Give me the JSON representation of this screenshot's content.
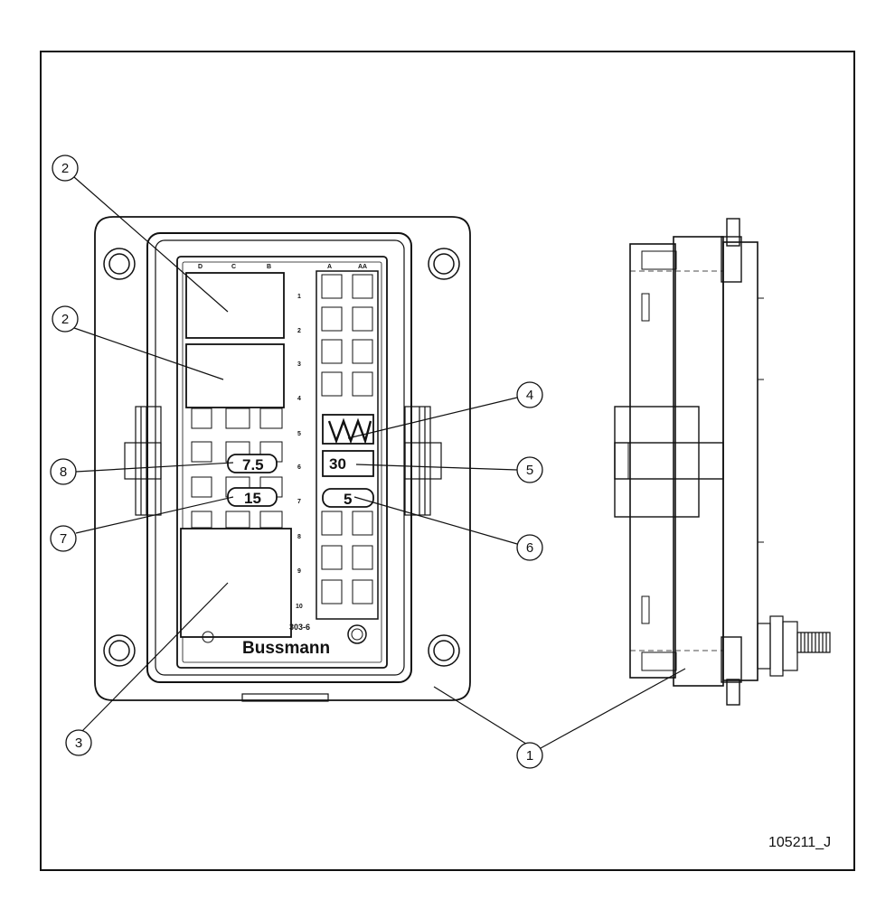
{
  "figure_id": "105211_J",
  "brand": "Bussmann",
  "part_fragment": "303-6",
  "column_labels": [
    "D",
    "C",
    "B",
    "A",
    "AA"
  ],
  "row_labels": [
    "1",
    "2",
    "3",
    "4",
    "5",
    "6",
    "7",
    "8",
    "9",
    "10"
  ],
  "fuse_ratings": {
    "r6_left": "7.5",
    "r7_left": "15",
    "r6_right": "30",
    "r7_right": "5"
  },
  "callouts": [
    "1",
    "2",
    "3",
    "4",
    "5",
    "6",
    "7",
    "8"
  ]
}
